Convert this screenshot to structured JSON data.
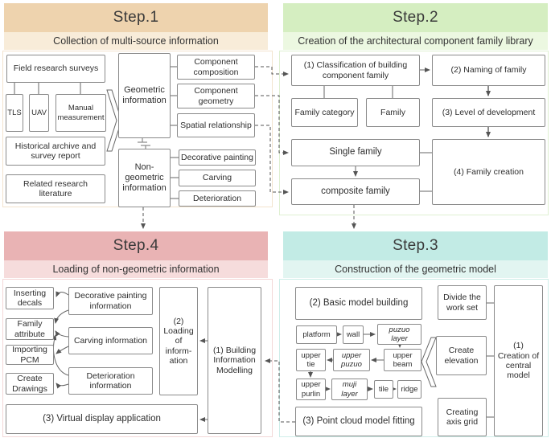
{
  "colors": {
    "step1_header": "#eed3ae",
    "step1_subtitle": "#f8ecd9",
    "step2_header": "#d5eec1",
    "step2_subtitle": "#ecf8e1",
    "step3_header": "#c2ebe5",
    "step3_subtitle": "#e2f5f1",
    "step4_header": "#e9b3b4",
    "step4_subtitle": "#f6dcdc",
    "box_border": "#8a8a8a",
    "line": "#606060"
  },
  "step1": {
    "title": "Step.1",
    "subtitle": "Collection of multi-source information",
    "field_research": "Field research surveys",
    "tls": "TLS",
    "uav": "UAV",
    "manual": "Manual measurement",
    "historical": "Historical archive and survey report",
    "literature": "Related research literature",
    "geometric": "Geometric information",
    "non_geometric": "Non-geometric information",
    "component_composition": "Component composition",
    "component_geometry": "Component geometry",
    "spatial_relationship": "Spatial relationship",
    "decorative_painting": "Decorative painting",
    "carving": "Carving",
    "deterioration": "Deterioration"
  },
  "step2": {
    "title": "Step.2",
    "subtitle": "Creation of the architectural component family library",
    "classification": "(1) Classification of building component family",
    "naming": "(2) Naming of family",
    "family_category": "Family category",
    "family": "Family",
    "lod": "(3) Level of development",
    "single_family": "Single family",
    "family_creation": "(4) Family creation",
    "composite_family": "composite family"
  },
  "step3": {
    "title": "Step.3",
    "subtitle": "Construction of the geometric model",
    "basic_model": "(2)  Basic model building",
    "platform": "platform",
    "wall": "wall",
    "puzuo_layer": "puzuo layer",
    "upper_tie": "upper tie",
    "upper_puzuo": "upper puzuo",
    "upper_beam": "upper beam",
    "upper_purlin": "upper purlin",
    "muji_layer": "muji layer",
    "tile": "tile",
    "ridge": "ridge",
    "point_cloud": "(3)  Point cloud model fitting",
    "divide_work_set": "Divide the work set",
    "create_elevation": "Create elevation",
    "creating_axis_grid": "Creating axis grid",
    "central_model": "(1) Creation of central model"
  },
  "step4": {
    "title": "Step.4",
    "subtitle": "Loading of non-geometric information",
    "inserting_decals": "Inserting decals",
    "family_attribute": "Family attribute",
    "importing_pcm": "Importing PCM",
    "create_drawings": "Create Drawings",
    "decorative_info": "Decorative painting information",
    "carving_info": "Carving information",
    "deterioration_info": "Deterioration information",
    "loading_info": "(2) Loading of inform- ation",
    "bim": "(1) Building Information Modelling",
    "virtual_display": "(3) Virtual display application"
  }
}
